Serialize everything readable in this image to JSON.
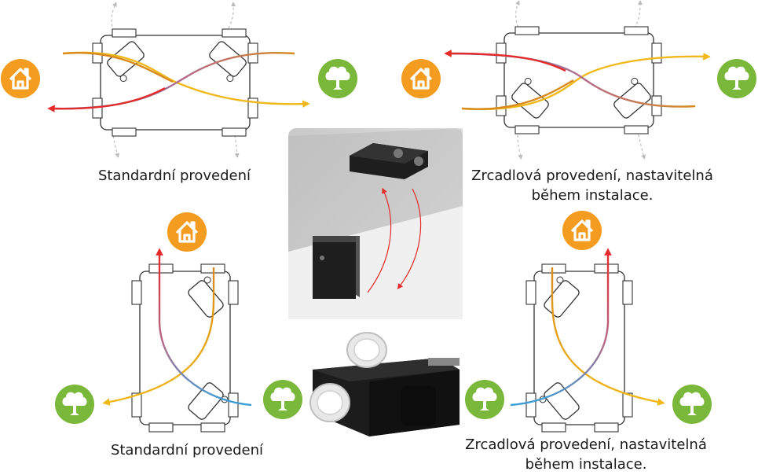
{
  "captions": {
    "top_left": "Standardní provedení",
    "top_right": [
      "Zrcadlová provedení, nastavitelná",
      "během instalace."
    ],
    "bottom_left": "Standardní provedení",
    "bottom_right": [
      "Zrcadlová provedení, nastavitelná",
      "během instalace."
    ]
  },
  "colors": {
    "house": "#f39c1f",
    "tree": "#79b83a",
    "supply_warm": "#e52a2a",
    "extract_orange": "#d98a1c",
    "outdoor_blue": "#3a9fd6",
    "exhaust_yellow": "#f0b81a",
    "unit_outline": "#333333",
    "photo_bg": "#e6e6e6"
  },
  "icons": [
    "house-icon",
    "tree-icon",
    "ventilation-unit-diagram",
    "installation-photo",
    "unit-product-photo"
  ]
}
